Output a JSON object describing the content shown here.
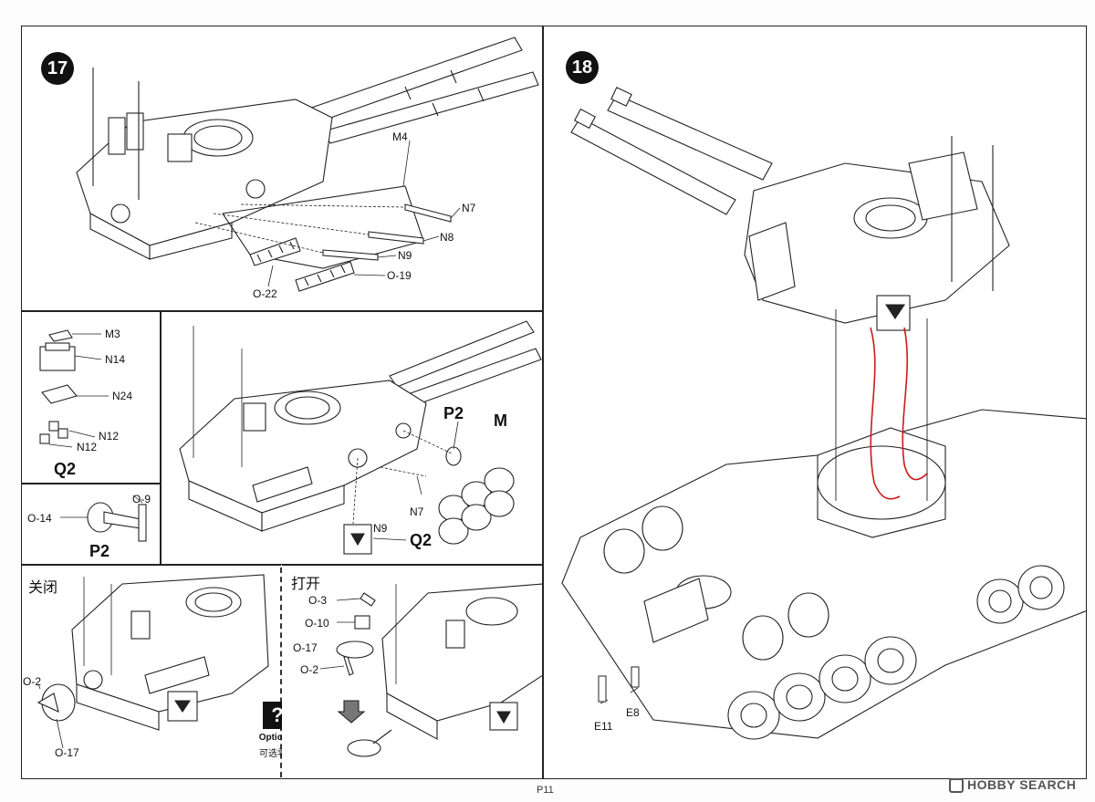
{
  "page": {
    "number": "P11"
  },
  "watermark": {
    "text": "HOBBY SEARCH"
  },
  "step17": {
    "number": "17",
    "parts": {
      "m4": "M4",
      "n7": "N7",
      "n8": "N8",
      "n9": "N9",
      "o19": "O-19",
      "o22": "O-22"
    }
  },
  "step18": {
    "number": "18",
    "parts": {
      "e11": "E11",
      "e8": "E8"
    }
  },
  "q2_detail": {
    "title": "Q2",
    "parts": {
      "m3": "M3",
      "n14": "N14",
      "n24": "N24",
      "n12a": "N12",
      "n12b": "N12"
    }
  },
  "p2_detail": {
    "title": "P2",
    "parts": {
      "o14": "O-14",
      "o9": "O-9"
    }
  },
  "turret_sub": {
    "parts": {
      "p2": "P2",
      "m": "M",
      "n7": "N7",
      "n9": "N9",
      "q2": "Q2"
    }
  },
  "closed": {
    "label": "关闭",
    "parts": {
      "o2": "O-2",
      "o17": "O-17"
    }
  },
  "open": {
    "label": "打开",
    "parts": {
      "o3": "O-3",
      "o10": "O-10",
      "o17": "O-17",
      "o2": "O-2"
    }
  },
  "optional": {
    "icon": "?",
    "label": "Optional",
    "label_cn": "可选零件"
  },
  "colors": {
    "line": "#222222",
    "cable": "#cc1a1a",
    "badge": "#111111"
  }
}
